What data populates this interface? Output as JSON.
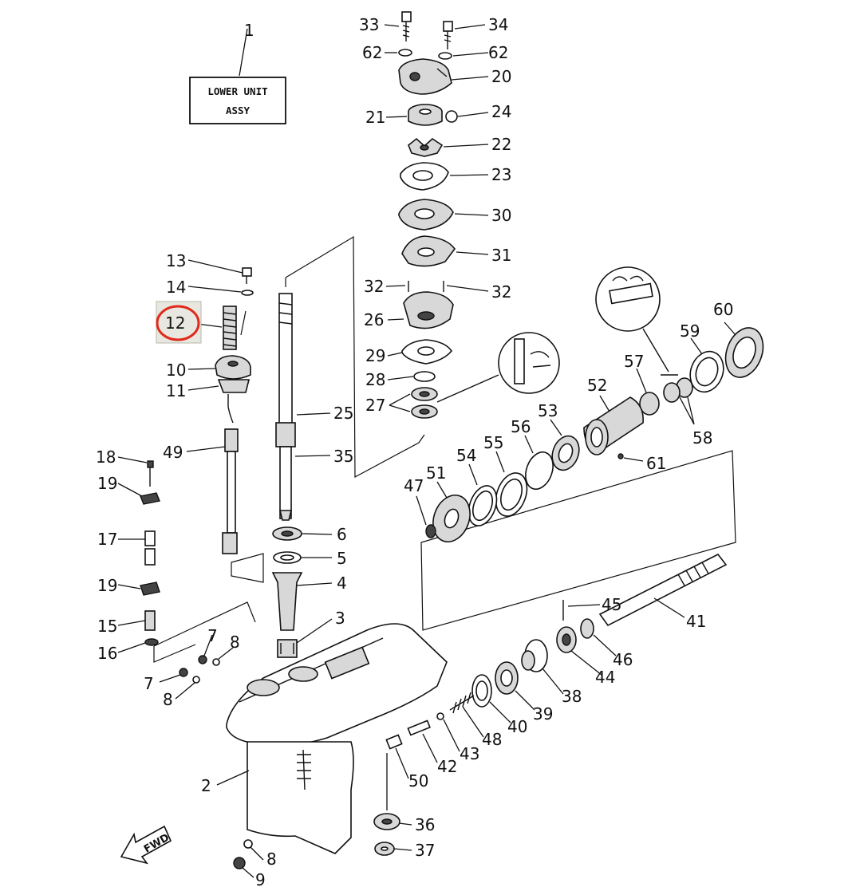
{
  "assembly_box": {
    "line1": "LOWER UNIT",
    "line2": "ASSY"
  },
  "fwd_label": "FWD",
  "highlight": {
    "part_number": "12",
    "color": "#e02a1b"
  },
  "labels": [
    {
      "id": "1",
      "text": "1"
    },
    {
      "id": "33",
      "text": "33"
    },
    {
      "id": "34",
      "text": "34"
    },
    {
      "id": "62a",
      "text": "62"
    },
    {
      "id": "62b",
      "text": "62"
    },
    {
      "id": "20",
      "text": "20"
    },
    {
      "id": "21",
      "text": "21"
    },
    {
      "id": "24",
      "text": "24"
    },
    {
      "id": "22",
      "text": "22"
    },
    {
      "id": "23",
      "text": "23"
    },
    {
      "id": "30",
      "text": "30"
    },
    {
      "id": "31",
      "text": "31"
    },
    {
      "id": "32a",
      "text": "32"
    },
    {
      "id": "32b",
      "text": "32"
    },
    {
      "id": "26",
      "text": "26"
    },
    {
      "id": "29",
      "text": "29"
    },
    {
      "id": "28",
      "text": "28"
    },
    {
      "id": "27",
      "text": "27"
    },
    {
      "id": "25",
      "text": "25"
    },
    {
      "id": "35",
      "text": "35"
    },
    {
      "id": "13",
      "text": "13"
    },
    {
      "id": "14",
      "text": "14"
    },
    {
      "id": "12",
      "text": "12"
    },
    {
      "id": "10",
      "text": "10"
    },
    {
      "id": "11",
      "text": "11"
    },
    {
      "id": "49",
      "text": "49"
    },
    {
      "id": "18",
      "text": "18"
    },
    {
      "id": "19a",
      "text": "19"
    },
    {
      "id": "17",
      "text": "17"
    },
    {
      "id": "19b",
      "text": "19"
    },
    {
      "id": "15",
      "text": "15"
    },
    {
      "id": "16",
      "text": "16"
    },
    {
      "id": "6",
      "text": "6"
    },
    {
      "id": "5",
      "text": "5"
    },
    {
      "id": "4",
      "text": "4"
    },
    {
      "id": "3",
      "text": "3"
    },
    {
      "id": "7a",
      "text": "7"
    },
    {
      "id": "8a",
      "text": "8"
    },
    {
      "id": "7b",
      "text": "7"
    },
    {
      "id": "8b",
      "text": "8"
    },
    {
      "id": "2",
      "text": "2"
    },
    {
      "id": "8c",
      "text": "8"
    },
    {
      "id": "9",
      "text": "9"
    },
    {
      "id": "36",
      "text": "36"
    },
    {
      "id": "37",
      "text": "37"
    },
    {
      "id": "60",
      "text": "60"
    },
    {
      "id": "59",
      "text": "59"
    },
    {
      "id": "57",
      "text": "57"
    },
    {
      "id": "52",
      "text": "52"
    },
    {
      "id": "58",
      "text": "58"
    },
    {
      "id": "61",
      "text": "61"
    },
    {
      "id": "53",
      "text": "53"
    },
    {
      "id": "56",
      "text": "56"
    },
    {
      "id": "55",
      "text": "55"
    },
    {
      "id": "54",
      "text": "54"
    },
    {
      "id": "51",
      "text": "51"
    },
    {
      "id": "47",
      "text": "47"
    },
    {
      "id": "45",
      "text": "45"
    },
    {
      "id": "41",
      "text": "41"
    },
    {
      "id": "46",
      "text": "46"
    },
    {
      "id": "44",
      "text": "44"
    },
    {
      "id": "38",
      "text": "38"
    },
    {
      "id": "39",
      "text": "39"
    },
    {
      "id": "40",
      "text": "40"
    },
    {
      "id": "48",
      "text": "48"
    },
    {
      "id": "43",
      "text": "43"
    },
    {
      "id": "42",
      "text": "42"
    },
    {
      "id": "50",
      "text": "50"
    }
  ]
}
